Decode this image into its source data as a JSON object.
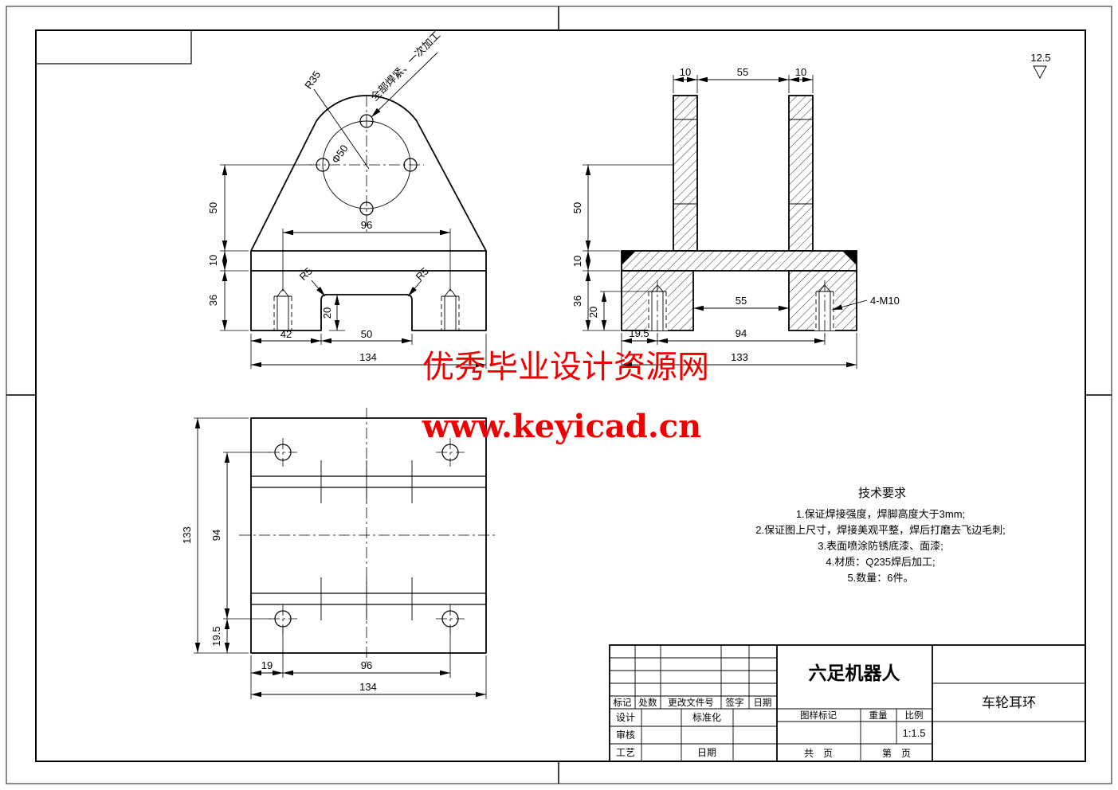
{
  "watermark": {
    "line1": "优秀毕业设计资源网",
    "line2": "www.keyicad.cn",
    "color": "#ef0000"
  },
  "roughness": {
    "value": "12.5"
  },
  "front_view": {
    "note": "全部焊紧、一次加工",
    "r35": "R35",
    "phi50": "Φ50",
    "dim_50": "50",
    "dim_10": "10",
    "dim_36": "36",
    "dim_96": "96",
    "dim_20": "20",
    "r5_left": "R5",
    "r5_right": "R5",
    "dim_42": "42",
    "dim_50b": "50",
    "dim_134": "134"
  },
  "side_view": {
    "dim_10_left": "10",
    "dim_55_top": "55",
    "dim_10_right": "10",
    "dim_50": "50",
    "dim_10": "10",
    "dim_36": "36",
    "dim_20": "20",
    "dim_55_mid": "55",
    "thread_note": "4-M10",
    "dim_19_5": "19.5",
    "dim_94": "94",
    "dim_133": "133"
  },
  "bottom_view": {
    "dim_133": "133",
    "dim_94": "94",
    "dim_19_5": "19.5",
    "dim_19": "19",
    "dim_96": "96",
    "dim_134": "134"
  },
  "tech_req": {
    "title": "技术要求",
    "items": [
      "1.保证焊接强度，焊脚高度大于3mm;",
      "2.保证图上尺寸，焊接美观平整，焊后打磨去飞边毛刺;",
      "3.表面喷涂防锈底漆、面漆;",
      "4.材质：Q235焊后加工;",
      "5.数量：6件。"
    ]
  },
  "title_block": {
    "product": "六足机器人",
    "part": "车轮耳环",
    "scale_value": "1:1.5",
    "labels": {
      "mark": "标记",
      "count": "处数",
      "change_doc": "更改文件号",
      "sign": "签字",
      "date": "日期",
      "design": "设计",
      "standardize": "标准化",
      "check": "审核",
      "process": "工艺",
      "date2": "日期",
      "drawing_mark": "图样标记",
      "weight": "重量",
      "scale": "比例",
      "total_pages": "共　页",
      "page_no": "第　页"
    }
  }
}
